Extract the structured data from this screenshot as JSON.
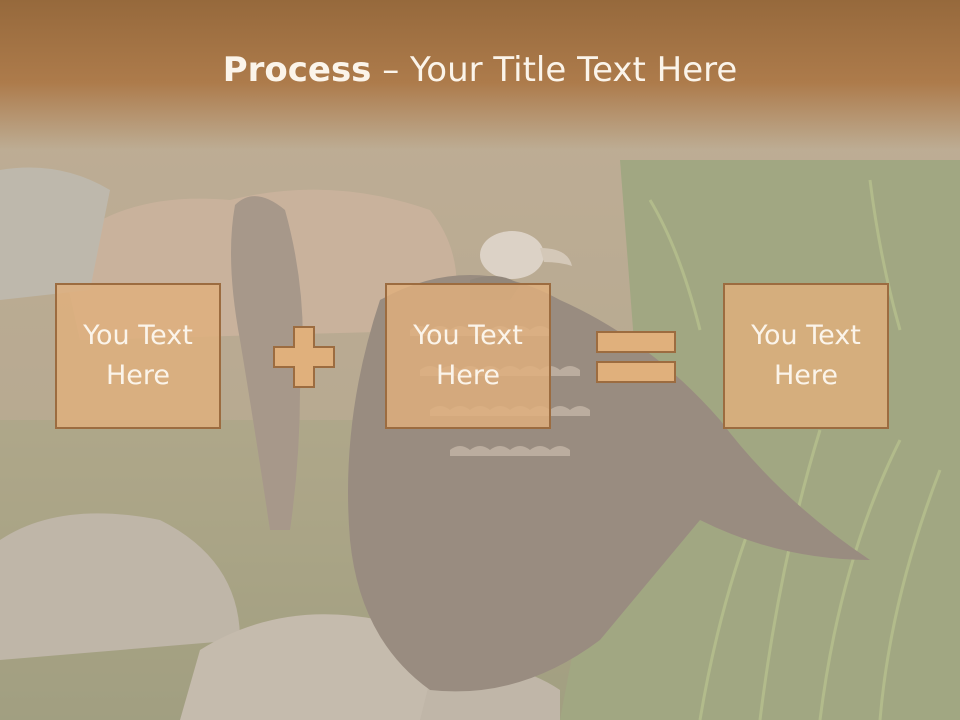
{
  "slide": {
    "title_bold": "Process",
    "title_rest": " – Your Title Text Here",
    "boxes": [
      {
        "line1": "You Text",
        "line2": "Here"
      },
      {
        "line1": "You Text",
        "line2": "Here"
      },
      {
        "line1": "You Text",
        "line2": "Here"
      }
    ],
    "operators": [
      "plus",
      "equals"
    ]
  },
  "colors": {
    "title_band": "#a4733f",
    "box_fill": "#e0b07c",
    "box_border": "#9c6c40",
    "text": "#fbf4ea"
  }
}
